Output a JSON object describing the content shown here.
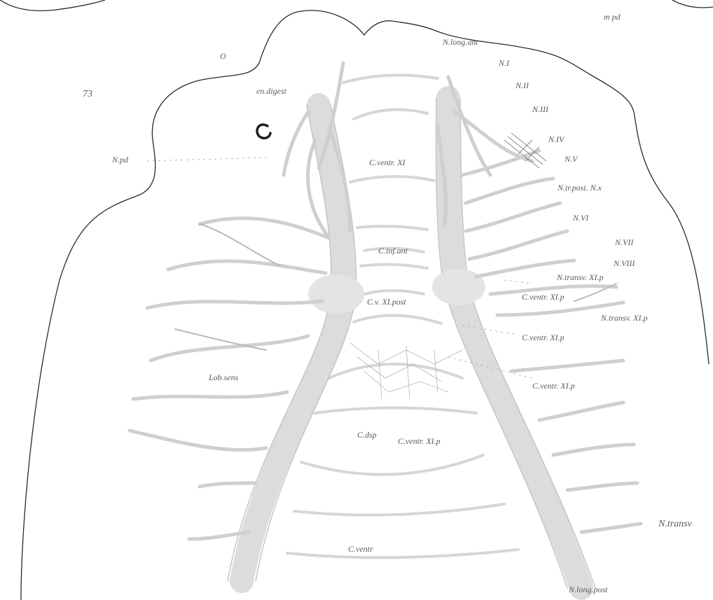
{
  "figure": {
    "number": "73",
    "labels": {
      "mpd": "m pd",
      "o": "O",
      "n_long_ant": "N.long.ant",
      "n_i": "N.I",
      "n_ii": "N.II",
      "n_iii": "N.III",
      "n_iv": "N.IV",
      "n_v": "N.V",
      "n_tr_post": "N.tr.post. N.x",
      "n_vi": "N.VI",
      "n_vii": "N.VII",
      "n_viii": "N.VIII",
      "n_transv_xlp": "N.transv. XI.p",
      "c_ventr_xlp_1": "C.ventr. XI.p",
      "n_transv2_xlp": "N.transv. XI.p",
      "c_ventr_xlp_2": "C.ventr. XI.p",
      "c_ventr_xlp_3": "C.ventr. XI.p",
      "n_transv": "N.transv",
      "n_long_post": "N.long.post",
      "c_ventr": "C.ventr",
      "c_dsp": "C.dsp",
      "c_ventr_xlp_4": "C.ventr. XI.p",
      "lob_sens": "Lob.sens",
      "c_v_xl_post": "C.v. XI.post",
      "c_inf_ant": "C.inf.ant",
      "c_ventr_xl": "C.ventr. XI",
      "en_digest": "en.digest",
      "n_pd": "N.pd"
    }
  }
}
